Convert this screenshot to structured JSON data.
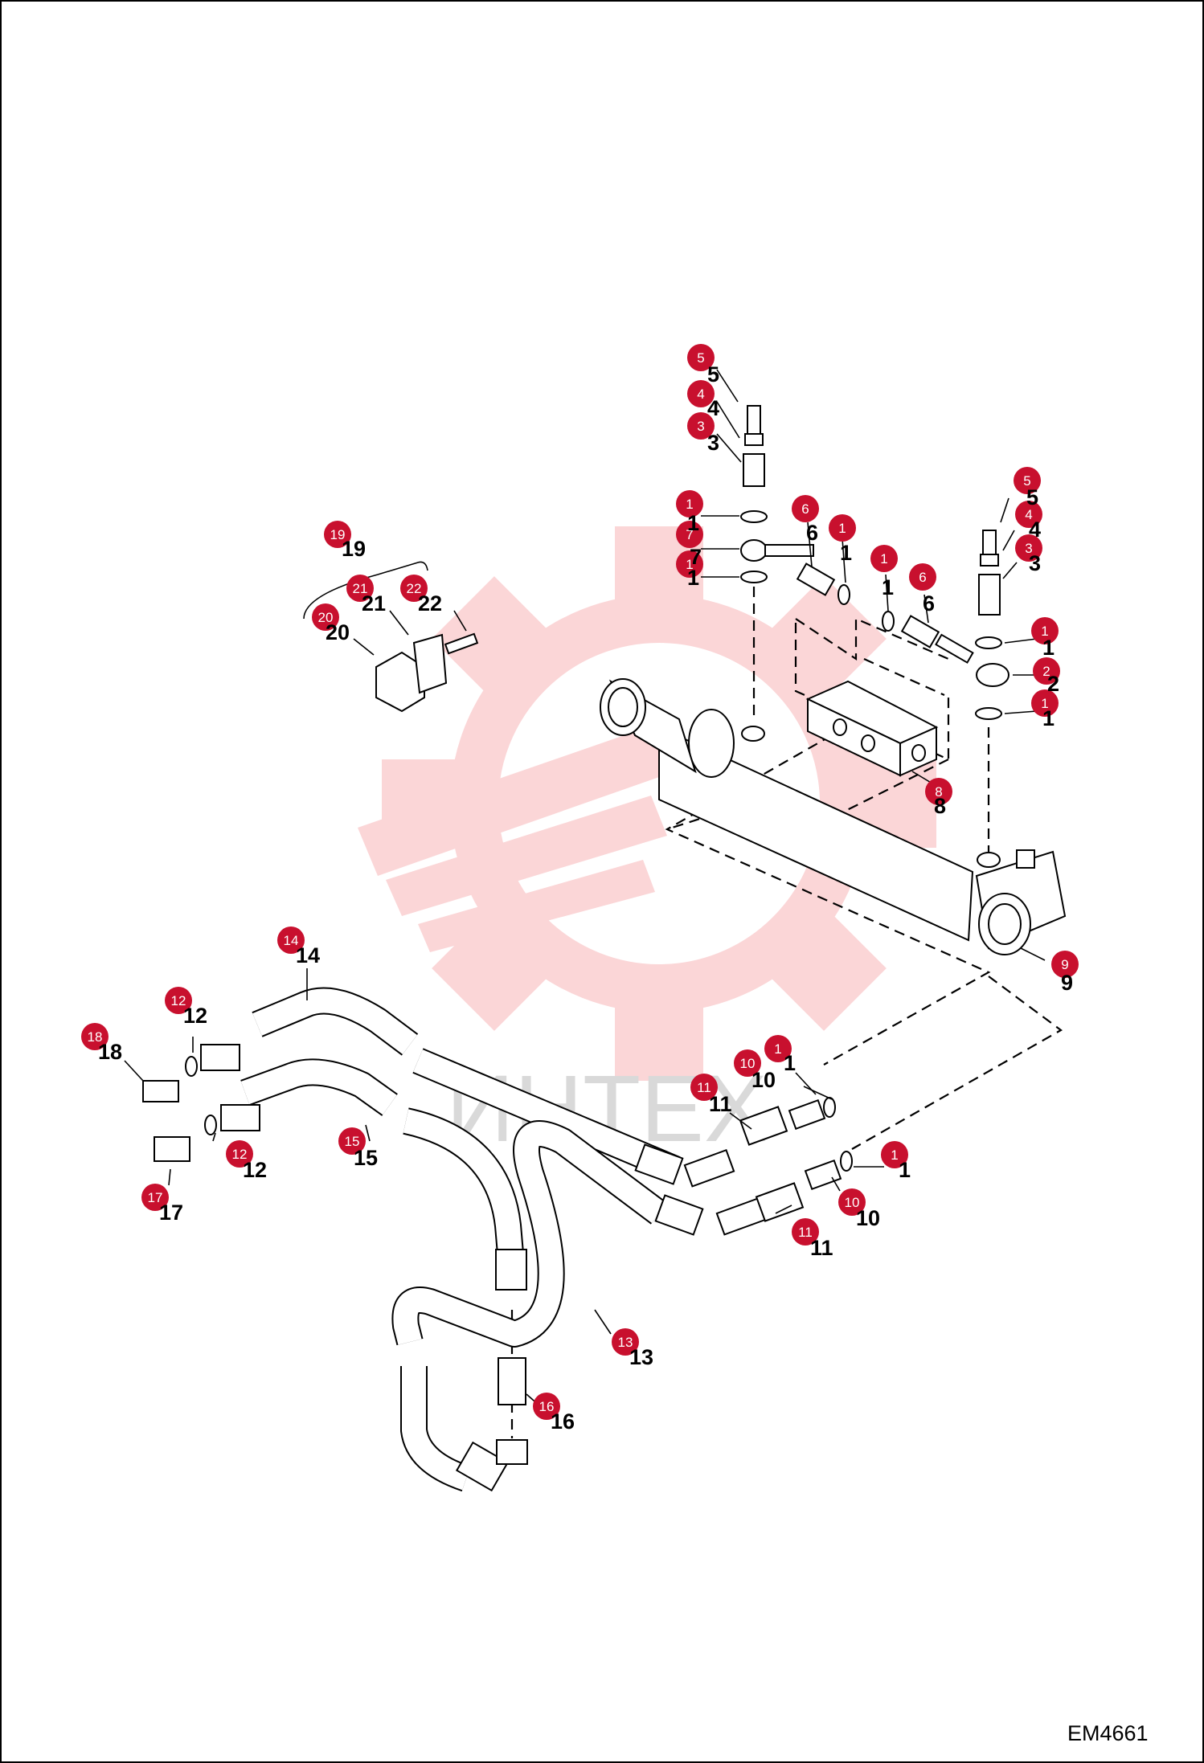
{
  "drawing_id": "EM4661",
  "watermark": {
    "text": "ИНТЕХ",
    "color": "#e8333a"
  },
  "colors": {
    "callout_fill": "#c8102e",
    "callout_text": "#ffffff",
    "lines": "#000000",
    "background": "#ffffff"
  },
  "callouts": [
    {
      "label": "5"
    },
    {
      "label": "4"
    },
    {
      "label": "3"
    },
    {
      "label": "1"
    },
    {
      "label": "7"
    },
    {
      "label": "1"
    },
    {
      "label": "6"
    },
    {
      "label": "1"
    },
    {
      "label": "1"
    },
    {
      "label": "6"
    },
    {
      "label": "5"
    },
    {
      "label": "4"
    },
    {
      "label": "3"
    },
    {
      "label": "1"
    },
    {
      "label": "2"
    },
    {
      "label": "1"
    },
    {
      "label": "8"
    },
    {
      "label": "9"
    },
    {
      "label": "19"
    },
    {
      "label": "21"
    },
    {
      "label": "22"
    },
    {
      "label": "20"
    },
    {
      "label": "14"
    },
    {
      "label": "12"
    },
    {
      "label": "18"
    },
    {
      "label": "12"
    },
    {
      "label": "15"
    },
    {
      "label": "17"
    },
    {
      "label": "10"
    },
    {
      "label": "1"
    },
    {
      "label": "11"
    },
    {
      "label": "1"
    },
    {
      "label": "10"
    },
    {
      "label": "11"
    },
    {
      "label": "13"
    },
    {
      "label": "16"
    }
  ],
  "part_numbers": [
    "5",
    "4",
    "3",
    "1",
    "7",
    "1",
    "6",
    "1",
    "1",
    "6",
    "5",
    "4",
    "3",
    "1",
    "2",
    "1",
    "8",
    "9",
    "19",
    "21",
    "22",
    "20",
    "14",
    "12",
    "18",
    "12",
    "15",
    "17",
    "10",
    "1",
    "11",
    "1",
    "10",
    "11",
    "13",
    "16"
  ]
}
